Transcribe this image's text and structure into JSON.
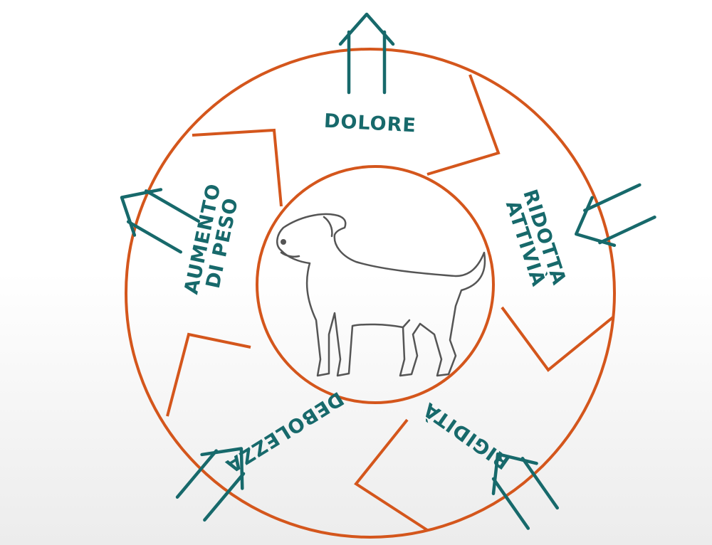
{
  "labels": {
    "top": "DOLORE",
    "right_line1": "RIDOTTA",
    "right_line2": "ATTIVIÀ",
    "bottom_right": "RIGIDITÀ",
    "bottom_left": "DEBOLEZZA",
    "left_line1": "AUMENTO",
    "left_line2": "DI PESO"
  },
  "colors": {
    "cycle": "#d4561c",
    "text_arrows": "#17696b",
    "dog": "#555555"
  },
  "center_icon": "dog-icon"
}
